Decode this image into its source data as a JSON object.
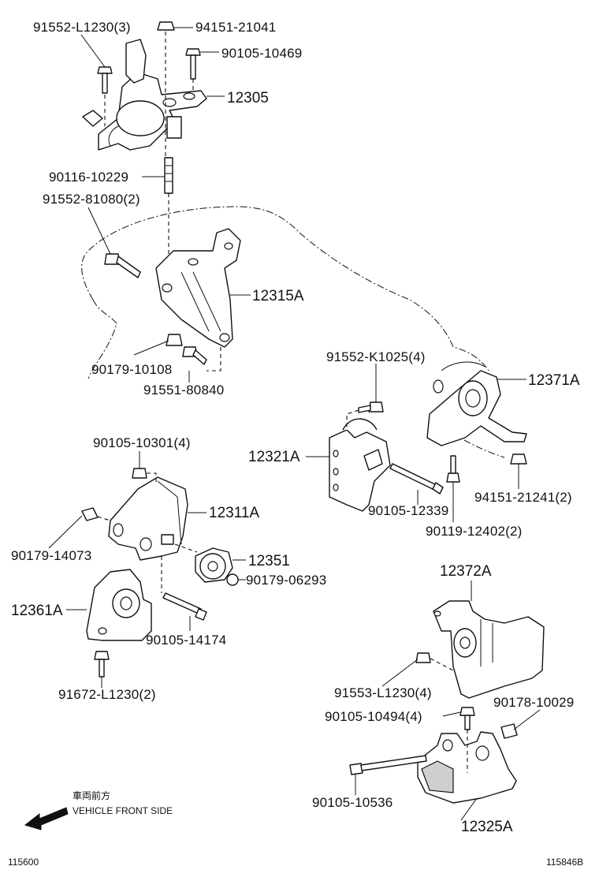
{
  "labels": {
    "p91552_L1230_3": "91552-L1230(3)",
    "p94151_21041": "94151-21041",
    "p90105_10469": "90105-10469",
    "p12305": "12305",
    "p90116_10229": "90116-10229",
    "p91552_81080_2": "91552-81080(2)",
    "p12315A": "12315A",
    "p90179_10108": "90179-10108",
    "p91551_80840": "91551-80840",
    "p91552_K1025_4": "91552-K1025(4)",
    "p12371A": "12371A",
    "p90105_10301_4": "90105-10301(4)",
    "p12321A": "12321A",
    "p12311A": "12311A",
    "p90105_12339": "90105-12339",
    "p94151_21241_2": "94151-21241(2)",
    "p90119_12402_2": "90119-12402(2)",
    "p90179_14073": "90179-14073",
    "p12351": "12351",
    "p90179_06293": "90179-06293",
    "p12361A": "12361A",
    "p90105_14174": "90105-14174",
    "p12372A": "12372A",
    "p91672_L1230_2": "91672-L1230(2)",
    "p91553_L1230_4": "91553-L1230(4)",
    "p90178_10029": "90178-10029",
    "p90105_10494_4": "90105-10494(4)",
    "p90105_10536": "90105-10536",
    "p12325A": "12325A"
  },
  "front_note": {
    "japanese": "車両前方",
    "english": "VEHICLE FRONT SIDE",
    "arrow_icon": "arrow-left-down-icon"
  },
  "footer": {
    "left_code": "115600",
    "right_code": "115846B"
  }
}
